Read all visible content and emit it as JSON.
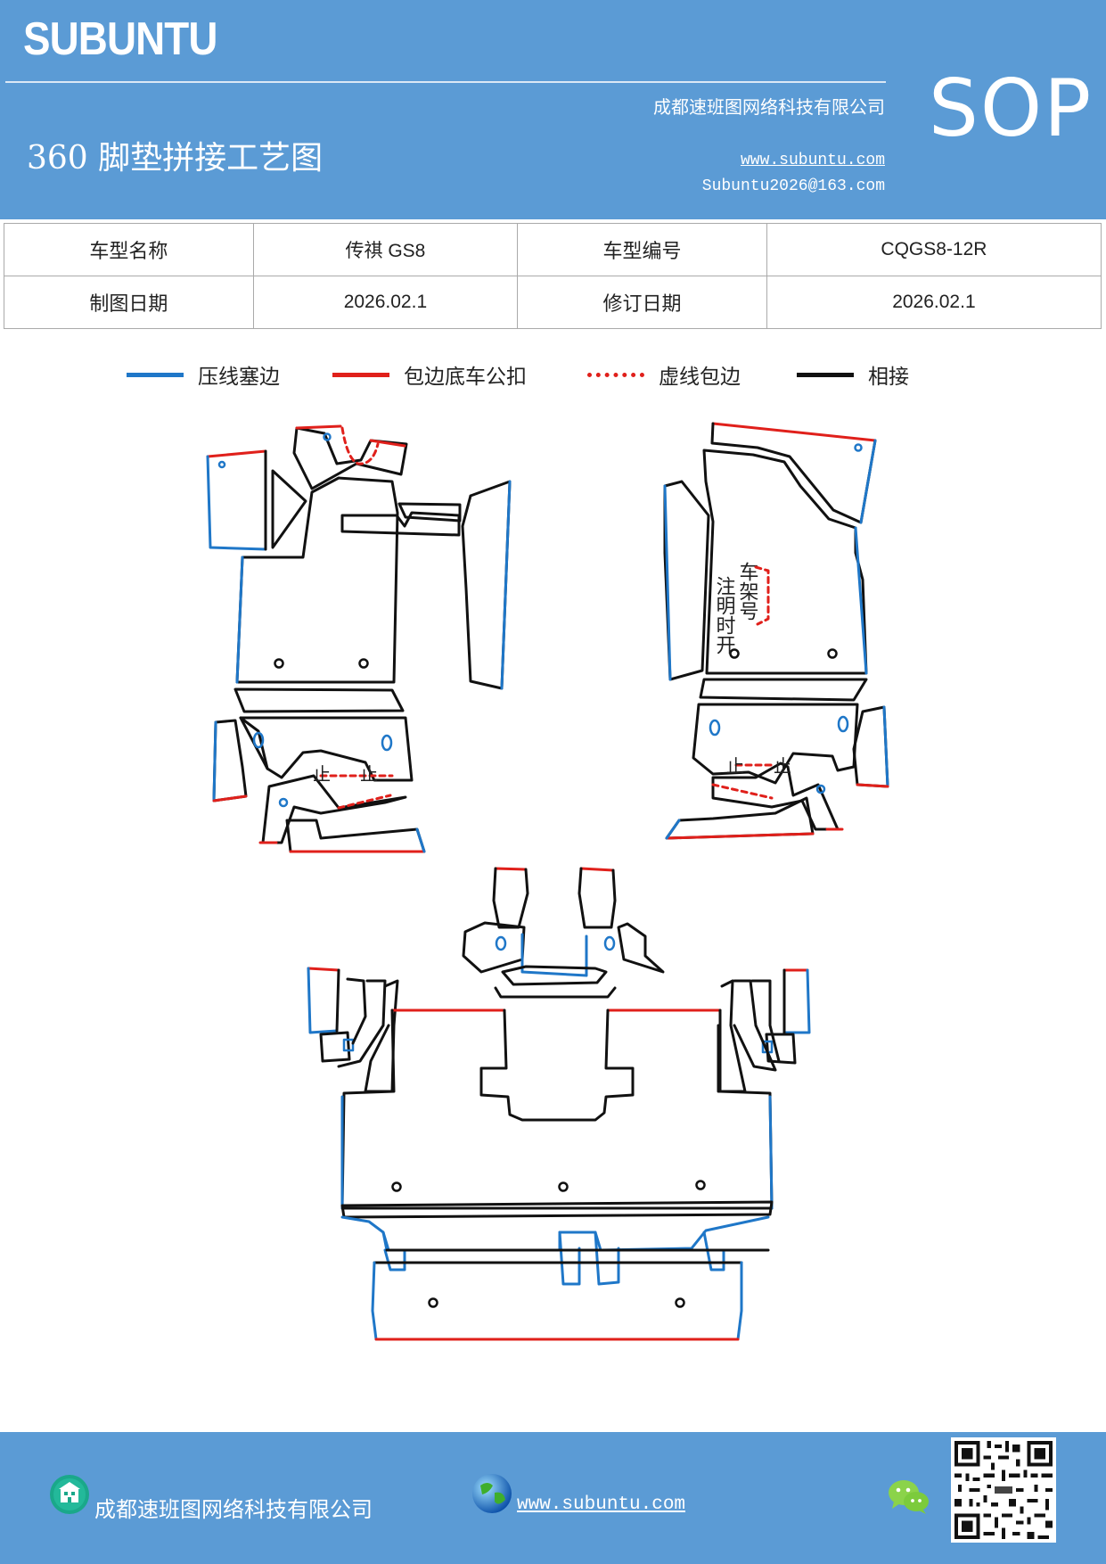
{
  "header": {
    "brand": "SUBUNTU",
    "company": "成都速班图网络科技有限公司",
    "title": "360 脚垫拼接工艺图",
    "website": "www.subuntu.com",
    "email": "Subuntu2026@163.com",
    "badge": "SOP",
    "bg_color": "#5b9bd5"
  },
  "info_table": {
    "rows": [
      [
        {
          "label": "车型名称"
        },
        {
          "value": "传祺 GS8"
        },
        {
          "label": "车型编号"
        },
        {
          "value": "CQGS8-12R"
        }
      ],
      [
        {
          "label": "制图日期"
        },
        {
          "value": "2026.02.1"
        },
        {
          "label": "修订日期"
        },
        {
          "value": "2026.02.1"
        }
      ]
    ]
  },
  "legend": [
    {
      "label": "压线塞边",
      "color": "#1f77c8",
      "style": "solid"
    },
    {
      "label": "包边底车公扣",
      "color": "#e0201b",
      "style": "solid"
    },
    {
      "label": "虚线包边",
      "color": "#e0201b",
      "style": "dotted"
    },
    {
      "label": "相接",
      "color": "#111111",
      "style": "solid"
    }
  ],
  "diagram": {
    "note_cols": [
      "注明时开",
      "车架号"
    ],
    "stop_mark": "止"
  },
  "footer": {
    "company": "成都速班图网络科技有限公司",
    "website": "www.subuntu.com",
    "icons": [
      "building-icon",
      "globe-icon",
      "wechat-icon",
      "qr-code"
    ]
  }
}
